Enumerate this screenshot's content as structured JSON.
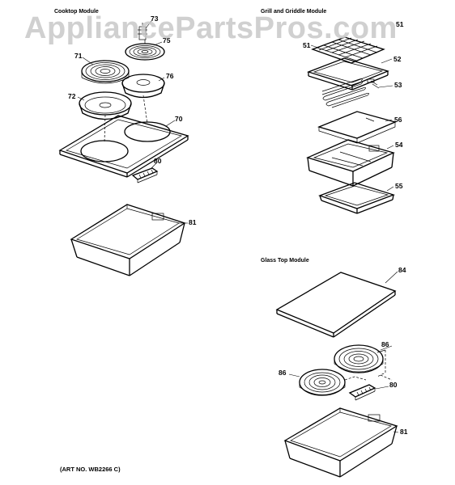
{
  "watermark": "AppliancePartsPros.com",
  "modules": {
    "cooktop": "Cooktop Module",
    "grill": "Grill and Griddle Module",
    "glass": "Glass Top Module"
  },
  "callouts": {
    "c73": "73",
    "c75": "75",
    "c71": "71",
    "c76": "76",
    "c72": "72",
    "c70": "70",
    "c80a": "80",
    "c81a": "81",
    "c51a": "51",
    "c51b": "51",
    "c52": "52",
    "c53": "53",
    "c56": "56",
    "c54": "54",
    "c55": "55",
    "c84": "84",
    "c86a": "86",
    "c86b": "86",
    "c80b": "80",
    "c81b": "81"
  },
  "art_number": "(ART NO. WB2266 C)"
}
